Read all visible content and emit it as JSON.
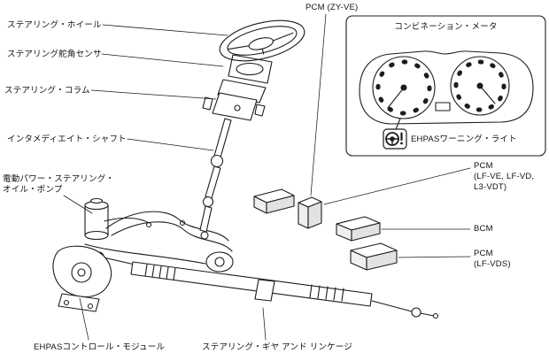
{
  "figure": {
    "colors": {
      "line": "#1c1c1c",
      "background": "#ffffff"
    }
  },
  "labels": {
    "steering_wheel": "ステアリング・ホイール",
    "steering_angle_sensor": "ステアリング舵角センサ",
    "steering_column": "ステアリング・コラム",
    "intermediate_shaft": "インタメディエイト・シャフト",
    "eps_oil_pump": {
      "line1": "電動パワー・ステアリング・",
      "line2": "オイル・ポンプ"
    },
    "ehpas_control_module": "EHPASコントロール・モジュール",
    "steering_gear_and_linkage": "ステアリング・ギヤ アンド リンケージ",
    "pcm_zy_ve": "PCM (ZY-VE)",
    "pcm_lf": {
      "line1": "PCM",
      "line2": "(LF-VE, LF-VD,",
      "line3": "L3-VDT)"
    },
    "bcm": "BCM",
    "pcm_lf_vds": {
      "line1": "PCM",
      "line2": "(LF-VDS)"
    }
  },
  "combination_meter": {
    "title": "コンビネーション・メータ",
    "warning_light_label": "EHPASワーニング・ライト",
    "warning_icon": "steering-wheel-exclamation-icon"
  }
}
